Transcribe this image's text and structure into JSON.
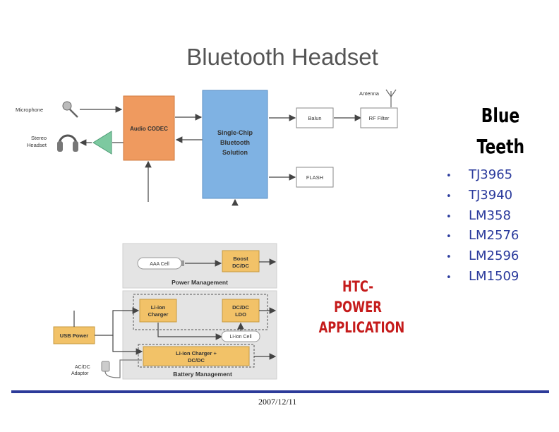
{
  "slide": {
    "title": "Bluetooth Headset",
    "side_title_line1": "Blue",
    "side_title_line2": "Teeth",
    "parts": [
      "TJ3965",
      "TJ3940",
      "LM358",
      "LM2576",
      "LM2596",
      "LM1509"
    ],
    "app_label_line1": "HTC-POWER",
    "app_label_line2": "APPLICATION",
    "date": "2007/12/11"
  },
  "bt_diagram": {
    "microphone": "Microphone",
    "stereo_headset_line1": "Stereo",
    "stereo_headset_line2": "Headset",
    "audio_codec": "Audio CODEC",
    "bt_line1": "Single-Chip",
    "bt_line2": "Bluetooth",
    "bt_line3": "Solution",
    "antenna": "Antenna",
    "balun": "Balun",
    "rf_filter": "RF Filter",
    "flash": "FLASH"
  },
  "power_diagram": {
    "aaa_cell": "AAA Cell",
    "boost_line1": "Boost",
    "boost_line2": "DC/DC",
    "power_management": "Power Management",
    "liion_charger_line1": "Li-ion",
    "liion_charger_line2": "Charger",
    "dcdc_ldo_line1": "DC/DC",
    "dcdc_ldo_line2": "LDO",
    "liion_cell": "Li-ion Cell",
    "usb_power": "USB Power",
    "acdc_line1": "AC/DC",
    "acdc_line2": "Adaptor",
    "charger_dcdc_line1": "Li-ion Charger +",
    "charger_dcdc_line2": "DC/DC",
    "battery_management": "Battery Management"
  },
  "colors": {
    "codec_orange": "#ef9a5f",
    "bt_blue": "#7fb2e3",
    "amp_green": "#7dc9a0",
    "power_box": "#f2c268",
    "panel_grey": "#e4e4e4",
    "footer_blue": "#2c3a99",
    "accent_red": "#c51b1b"
  }
}
